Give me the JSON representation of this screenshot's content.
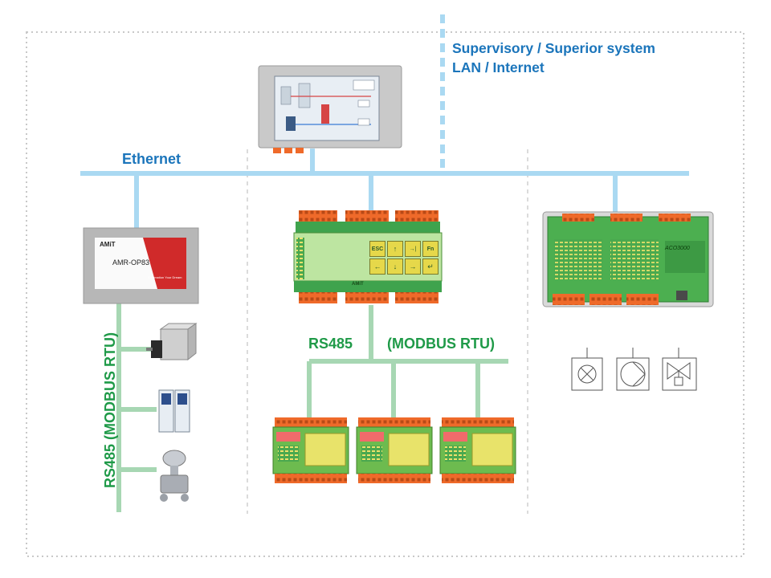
{
  "labels": {
    "supervisory_line1": "Supervisory / Superior system",
    "supervisory_line2": "LAN / Internet",
    "ethernet": "Ethernet",
    "rs485": "RS485",
    "modbus": "(MODBUS RTU)",
    "rs485_vertical": "RS485 (MODBUS RTU)"
  },
  "devices": {
    "panel_brand": "AMiT",
    "panel_model": "AMR-OP83",
    "panel_slogan": "Automation Your Dream",
    "controller_brand": "AMiT",
    "controller_keys": [
      "ESC",
      "↑",
      "→|",
      "Fn",
      "←",
      "↓",
      "→",
      "↵"
    ],
    "aco_label": "ACO3000"
  },
  "colors": {
    "ethernet_line": "#aad9f2",
    "rs485_line": "#a7d7b3",
    "boundary_dots": "#c8c8c8",
    "label_blue": "#1b75bb",
    "label_green": "#1f9a48",
    "terminal_orange": "#ef6a2a",
    "pcb_green": "#3fa34d"
  },
  "symbols": [
    "lamp-symbol",
    "pump-symbol",
    "valve-symbol"
  ]
}
